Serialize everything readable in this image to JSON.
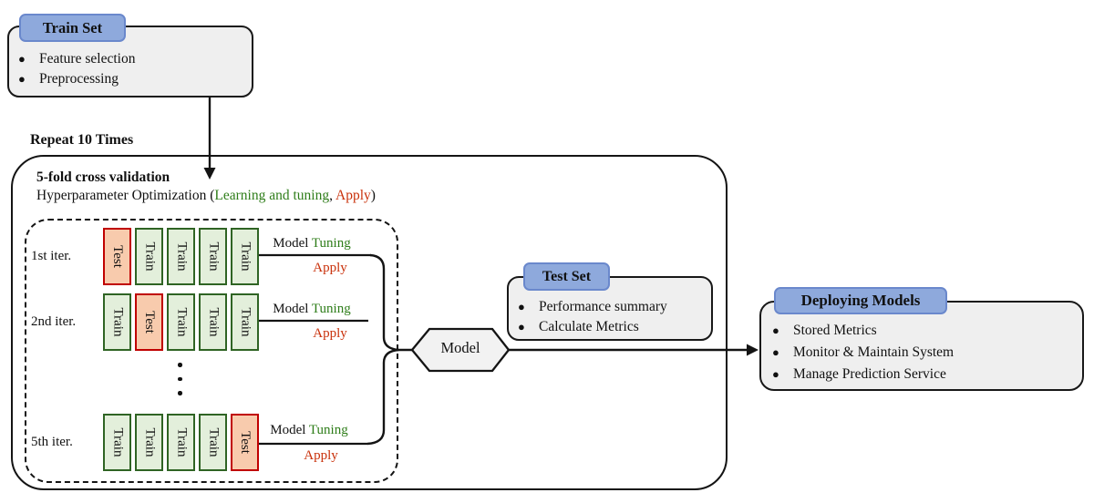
{
  "colors": {
    "tab_fill": "#8ea9dc",
    "tab_border": "#6a88cc",
    "box_fill": "#efefef",
    "train_cell_fill": "#e3efdb",
    "train_cell_border": "#2f6424",
    "test_cell_fill": "#f8cbad",
    "test_cell_border": "#c00000",
    "green_text": "#2e7d19",
    "red_text": "#c9300a",
    "hexagon_fill": "#f2f2f2"
  },
  "train_set": {
    "title": "Train Set",
    "items": [
      "Feature selection",
      "Preprocessing"
    ]
  },
  "repeat_label": "Repeat 10 Times",
  "cv": {
    "title": "5-fold cross validation",
    "subtitle": {
      "prefix": "Hyperparameter Optimization (",
      "green": "Learning and tuning",
      "comma": ", ",
      "red": "Apply",
      "suffix": ")"
    },
    "rows": [
      {
        "label": "1st iter.",
        "cells": [
          "Test",
          "Train",
          "Train",
          "Train",
          "Train"
        ]
      },
      {
        "label": "2nd iter.",
        "cells": [
          "Train",
          "Test",
          "Train",
          "Train",
          "Train"
        ]
      },
      {
        "label": "5th iter.",
        "cells": [
          "Train",
          "Train",
          "Train",
          "Train",
          "Test"
        ]
      }
    ],
    "output": {
      "model": "Model ",
      "tuning": "Tuning",
      "apply": "Apply"
    }
  },
  "model_node": {
    "label": "Model"
  },
  "test_set": {
    "title": "Test Set",
    "items": [
      "Performance summary",
      "Calculate Metrics"
    ]
  },
  "deploy": {
    "title": "Deploying Models",
    "items": [
      "Stored Metrics",
      "Monitor & Maintain System",
      "Manage Prediction Service"
    ]
  }
}
